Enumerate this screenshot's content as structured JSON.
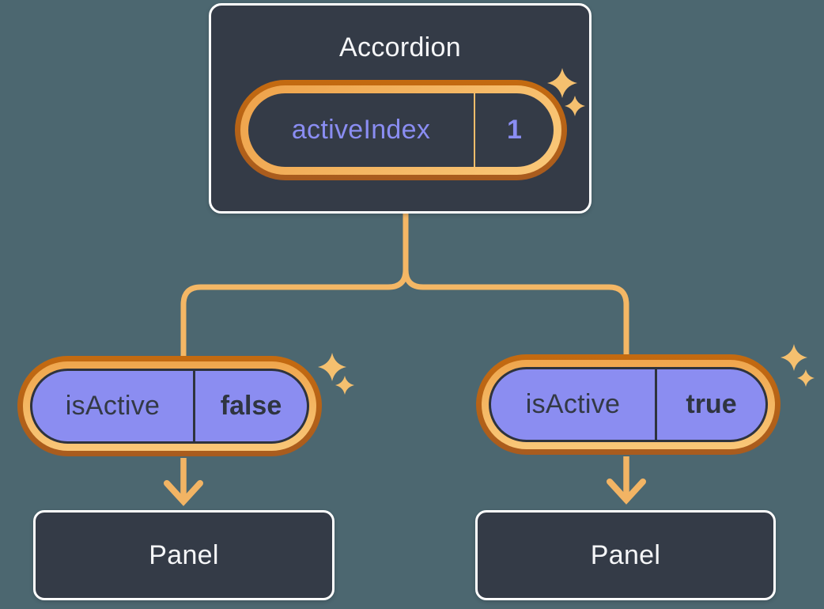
{
  "diagram": {
    "accordion": {
      "title": "Accordion",
      "state_pill": {
        "label": "activeIndex",
        "value": "1"
      }
    },
    "children": [
      {
        "prop_pill": {
          "label": "isActive",
          "value": "false"
        },
        "panel": {
          "label": "Panel"
        }
      },
      {
        "prop_pill": {
          "label": "isActive",
          "value": "true"
        },
        "panel": {
          "label": "Panel"
        }
      }
    ],
    "icons": {
      "sparkle": "✦",
      "arrow_down": "↓"
    },
    "colors": {
      "background": "#4C6770",
      "node_fill": "#343B47",
      "node_border": "#FFFFFF",
      "pill_fill_purple": "#8B8DF1",
      "pill_outline_dark": "#2E333D",
      "ring_outer_orange_top": "#C46A10",
      "ring_outer_orange_bottom": "#A85B1E",
      "ring_inner_orange_top": "#EFA64D",
      "ring_inner_orange_bottom": "#F9C778",
      "connector_orange": "#F4B765",
      "sparkle_orange": "#F5C06F",
      "text_light": "#F5F6F8",
      "text_dark": "#333945",
      "text_purple": "#8A8DF2"
    }
  }
}
